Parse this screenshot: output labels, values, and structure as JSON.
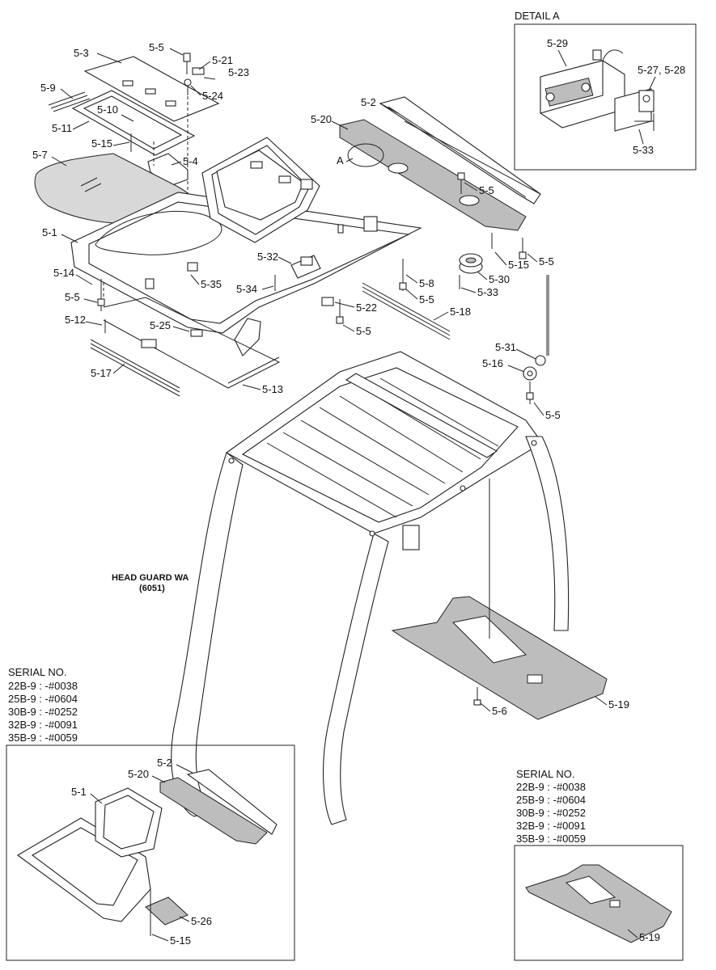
{
  "detail_a": {
    "title": "DETAIL A",
    "labels": [
      "5-29",
      "5-27, 5-28",
      "5-33"
    ]
  },
  "main_labels": [
    {
      "id": "l53",
      "text": "5-3"
    },
    {
      "id": "l55a",
      "text": "5-5"
    },
    {
      "id": "l521",
      "text": "5-21"
    },
    {
      "id": "l523",
      "text": "5-23"
    },
    {
      "id": "l524",
      "text": "5-24"
    },
    {
      "id": "l59",
      "text": "5-9"
    },
    {
      "id": "l510",
      "text": "5-10"
    },
    {
      "id": "l511",
      "text": "5-11"
    },
    {
      "id": "l515a",
      "text": "5-15"
    },
    {
      "id": "l57",
      "text": "5-7"
    },
    {
      "id": "l54",
      "text": "5-4"
    },
    {
      "id": "l52",
      "text": "5-2"
    },
    {
      "id": "l520",
      "text": "5-20"
    },
    {
      "id": "lA",
      "text": "A"
    },
    {
      "id": "l55b",
      "text": "5-5"
    },
    {
      "id": "l51",
      "text": "5-1"
    },
    {
      "id": "l532",
      "text": "5-32"
    },
    {
      "id": "l515b",
      "text": "5-15"
    },
    {
      "id": "l55c",
      "text": "5-5"
    },
    {
      "id": "l514",
      "text": "5-14"
    },
    {
      "id": "l535",
      "text": "5-35"
    },
    {
      "id": "l534",
      "text": "5-34"
    },
    {
      "id": "l58",
      "text": "5-8"
    },
    {
      "id": "l530",
      "text": "5-30"
    },
    {
      "id": "l533",
      "text": "5-33"
    },
    {
      "id": "l55d",
      "text": "5-5"
    },
    {
      "id": "l55e",
      "text": "5-5"
    },
    {
      "id": "l522",
      "text": "5-22"
    },
    {
      "id": "l518",
      "text": "5-18"
    },
    {
      "id": "l512",
      "text": "5-12"
    },
    {
      "id": "l525",
      "text": "5-25"
    },
    {
      "id": "l55f",
      "text": "5-5"
    },
    {
      "id": "l531",
      "text": "5-31"
    },
    {
      "id": "l516",
      "text": "5-16"
    },
    {
      "id": "l517",
      "text": "5-17"
    },
    {
      "id": "l513",
      "text": "5-13"
    },
    {
      "id": "l55g",
      "text": "5-5"
    },
    {
      "id": "l56",
      "text": "5-6"
    },
    {
      "id": "l519",
      "text": "5-19"
    }
  ],
  "head_guard": {
    "line1": "HEAD GUARD WA",
    "line2": "(6051)"
  },
  "serial_left": {
    "title": "SERIAL NO.",
    "rows": [
      "22B-9 : -#0038",
      "25B-9 : -#0604",
      "30B-9 : -#0252",
      "32B-9 : -#0091",
      "35B-9 : -#0059"
    ],
    "labels": [
      "5-2",
      "5-20",
      "5-1",
      "5-26",
      "5-15"
    ]
  },
  "serial_right": {
    "title": "SERIAL NO.",
    "rows": [
      "22B-9 : -#0038",
      "25B-9 : -#0604",
      "30B-9 : -#0252",
      "32B-9 : -#0091",
      "35B-9 : -#0059"
    ],
    "labels": [
      "5-19"
    ]
  }
}
